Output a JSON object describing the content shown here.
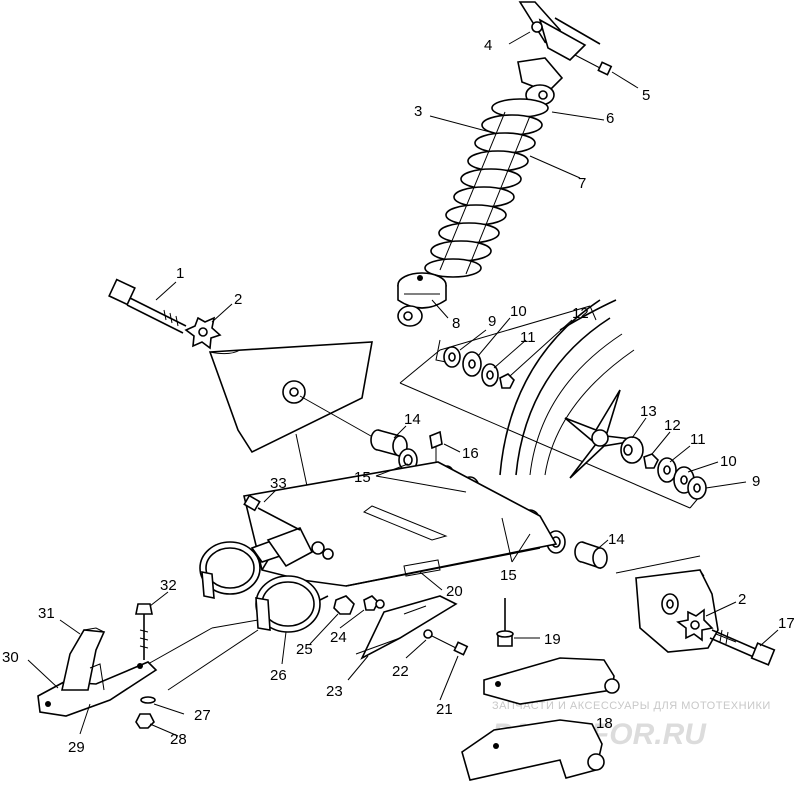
{
  "callouts": {
    "c1": "1",
    "c2a": "2",
    "c2b": "2",
    "c3": "3",
    "c4": "4",
    "c5": "5",
    "c6": "6",
    "c7": "7",
    "c8": "8",
    "c9a": "9",
    "c9b": "9",
    "c10a": "10",
    "c10b": "10",
    "c11a": "11",
    "c11b": "11",
    "c12a": "12",
    "c12b": "12",
    "c13": "13",
    "c14a": "14",
    "c14b": "14",
    "c15a": "15",
    "c15b": "15",
    "c16": "16",
    "c17": "17",
    "c18": "18",
    "c19": "19",
    "c20": "20",
    "c21": "21",
    "c22": "22",
    "c23": "23",
    "c24": "24",
    "c25": "25",
    "c26": "26",
    "c27": "27",
    "c28": "28",
    "c29": "29",
    "c30": "30",
    "c31": "31",
    "c32": "32",
    "c33": "33"
  },
  "watermark": {
    "tagline": "ЗАПЧАСТИ И АКСЕССУАРЫ ДЛЯ МОТОТЕХНИКИ",
    "brand": "PARTSFOR.RU"
  }
}
